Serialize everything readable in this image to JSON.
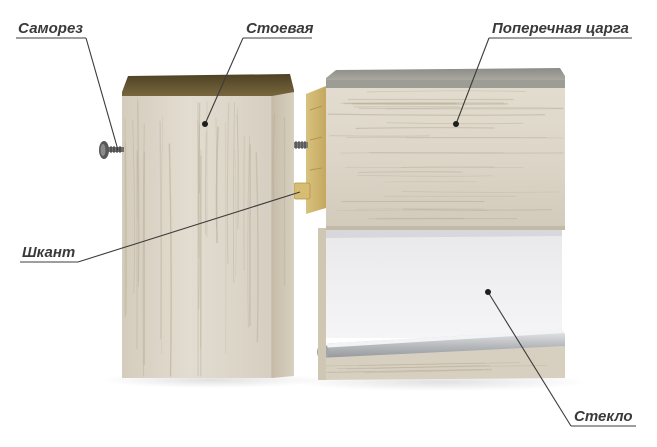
{
  "labels": {
    "screw": "Саморез",
    "stile": "Стоевая",
    "rail": "Поперечная царга",
    "dowel": "Шкант",
    "glass": "Стекло"
  },
  "colors": {
    "wood_light": "#dcd6c8",
    "wood_grain": "#b9ae98",
    "wood_top": "#6a5a36",
    "glass": "#f1f1f3",
    "metal": "#c7c9cb",
    "text": "#3a3a3a"
  }
}
